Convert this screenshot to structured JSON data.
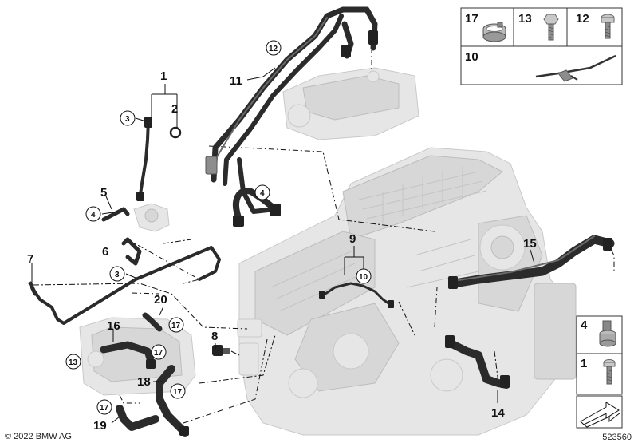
{
  "callouts": {
    "c1": "1",
    "c2": "2",
    "c3a": "3",
    "c3b": "3",
    "c4a": "4",
    "c4b": "4",
    "c5": "5",
    "c6": "6",
    "c7": "7",
    "c8": "8",
    "c9": "9",
    "c10": "10",
    "c11": "11",
    "c12": "12",
    "c13": "13",
    "c14": "14",
    "c15": "15",
    "c16": "16",
    "c17a": "17",
    "c17b": "17",
    "c17c": "17",
    "c17d": "17",
    "c18": "18",
    "c19": "19",
    "c20": "20"
  },
  "legend_panel_top": {
    "item_17": "17",
    "item_13": "13",
    "item_12": "12",
    "item_10": "10"
  },
  "legend_panel_right": {
    "item_4": "4",
    "item_1": "1"
  },
  "footer": {
    "copyright": "© 2022 BMW AG",
    "diagram_number": "523560"
  }
}
